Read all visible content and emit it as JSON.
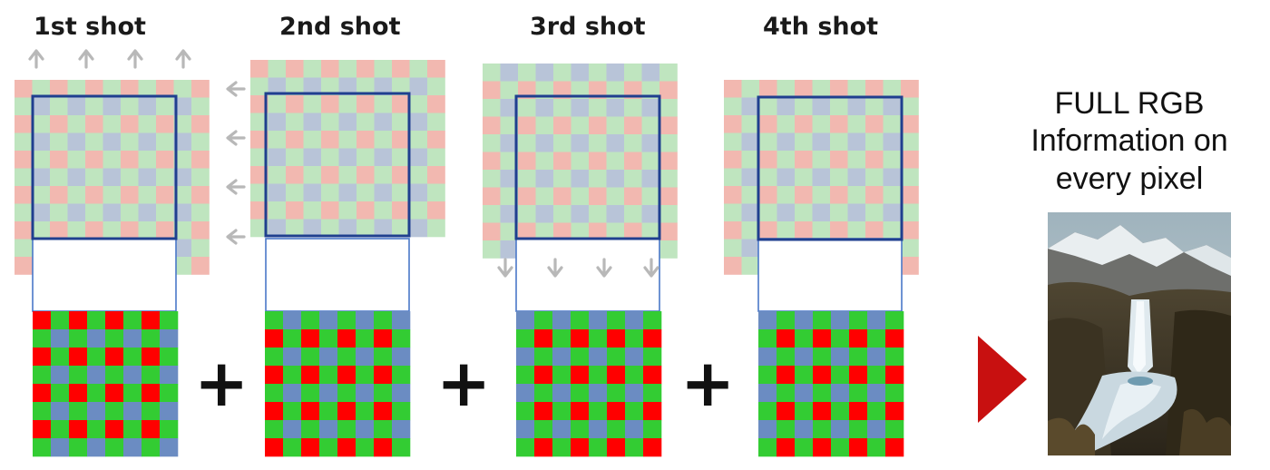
{
  "shots": [
    {
      "label": "1st shot",
      "arrow_direction": "up"
    },
    {
      "label": "2nd shot",
      "arrow_direction": "left"
    },
    {
      "label": "3rd shot",
      "arrow_direction": "down"
    },
    {
      "label": "4th shot",
      "arrow_direction": "none"
    }
  ],
  "operators": [
    "+",
    "+",
    "+"
  ],
  "result": {
    "caption_lines": [
      "FULL RGB",
      "Information on",
      "every pixel"
    ],
    "pointer_icon": "play-triangle-icon",
    "image": "mountain-waterfall-photo"
  },
  "colors": {
    "red": "#ff0000",
    "green": "#33cc33",
    "blue": "#6b8cc2",
    "faded_red": "#f2b8b0",
    "faded_green": "#bfe5bf",
    "faded_blue": "#b8c4d8",
    "frame": "#1f3f8f",
    "connector": "#4a78c8",
    "arrow": "#b8b8b8",
    "pointer": "#c81010"
  }
}
